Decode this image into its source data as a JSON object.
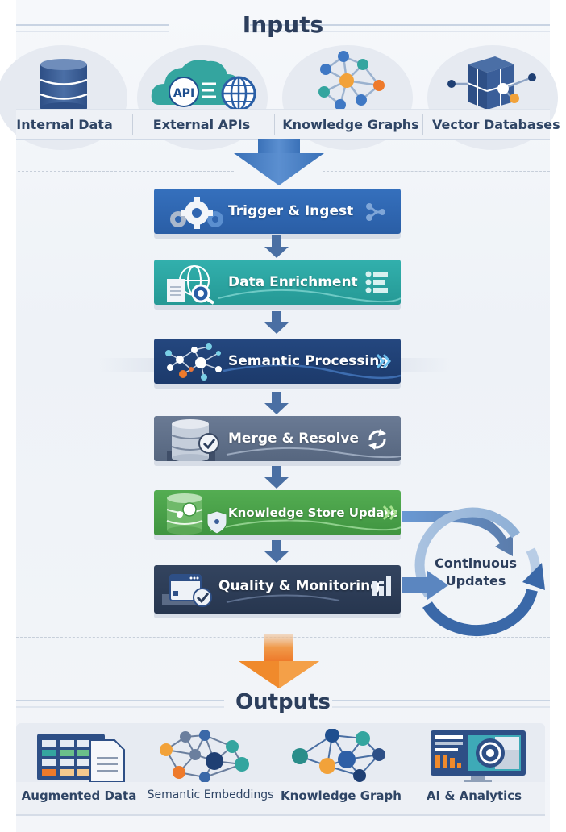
{
  "inputs": {
    "title": "Inputs",
    "items": [
      {
        "label": "Internal Data",
        "icon": "database-icon"
      },
      {
        "label": "External APIs",
        "icon": "cloud-api-icon"
      },
      {
        "label": "Knowledge Graphs",
        "icon": "graph-network-icon"
      },
      {
        "label": "Vector Databases",
        "icon": "vector-cube-icon"
      }
    ],
    "api_badge": "API"
  },
  "pipeline": {
    "stages": [
      {
        "label": "Trigger & Ingest",
        "icon": "gears-icon",
        "trailing_icon": "share-icon",
        "color": "#2f65b0"
      },
      {
        "label": "Data Enrichment",
        "icon": "globe-search-icon",
        "trailing_icon": "list-icon",
        "color": "#2aa3a3"
      },
      {
        "label": "Semantic Processing",
        "icon": "network-icon",
        "trailing_icon": "double-chevron-icon",
        "color": "#1f3f73"
      },
      {
        "label": "Merge & Resolve",
        "icon": "database-check-icon",
        "trailing_icon": "sync-icon",
        "color": "#5b6b86"
      },
      {
        "label": "Knowledge Store Update",
        "icon": "database-shield-icon",
        "trailing_icon": "double-chevron-icon",
        "color": "#48a048"
      },
      {
        "label": "Quality & Monitoring",
        "icon": "dashboard-check-icon",
        "trailing_icon": "bar-chart-icon",
        "color": "#2a3a55"
      }
    ],
    "loop_label_line1": "Continuous",
    "loop_label_line2": "Updates"
  },
  "outputs": {
    "title": "Outputs",
    "items": [
      {
        "label": "Augmented Data",
        "icon": "table-document-icon"
      },
      {
        "label": "Semantic Embeddings",
        "icon": "embedding-network-icon"
      },
      {
        "label": "Knowledge Graph",
        "icon": "knowledge-graph-icon"
      },
      {
        "label": "AI & Analytics",
        "icon": "analytics-monitor-icon"
      }
    ]
  },
  "colors": {
    "title": "#2c3e5c",
    "primary_blue": "#2f65b0",
    "teal": "#2aa3a3",
    "navy": "#1f3f73",
    "slate": "#5b6b86",
    "green": "#48a048",
    "dark": "#2a3a55",
    "orange": "#f08a2c"
  }
}
